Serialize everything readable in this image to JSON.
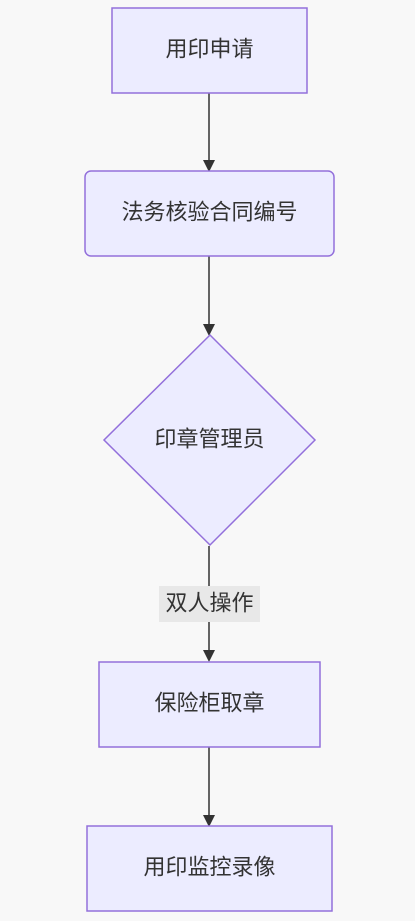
{
  "diagram": {
    "type": "flowchart",
    "direction": "top-down",
    "colors": {
      "background": "#f8f8f8",
      "node_fill": "#ececff",
      "node_stroke": "#9370db",
      "edge": "#333333",
      "text": "#333333",
      "edge_label_bg": "#e8e8e8"
    },
    "nodes": [
      {
        "id": "n1",
        "shape": "rect",
        "label": "用印申请"
      },
      {
        "id": "n2",
        "shape": "rounded-rect",
        "label": "法务核验合同编号"
      },
      {
        "id": "n3",
        "shape": "diamond",
        "label": "印章管理员"
      },
      {
        "id": "n4",
        "shape": "rect",
        "label": "保险柜取章"
      },
      {
        "id": "n5",
        "shape": "rect",
        "label": "用印监控录像"
      }
    ],
    "edges": [
      {
        "from": "n1",
        "to": "n2",
        "label": ""
      },
      {
        "from": "n2",
        "to": "n3",
        "label": ""
      },
      {
        "from": "n3",
        "to": "n4",
        "label": "双人操作"
      },
      {
        "from": "n4",
        "to": "n5",
        "label": ""
      }
    ]
  }
}
